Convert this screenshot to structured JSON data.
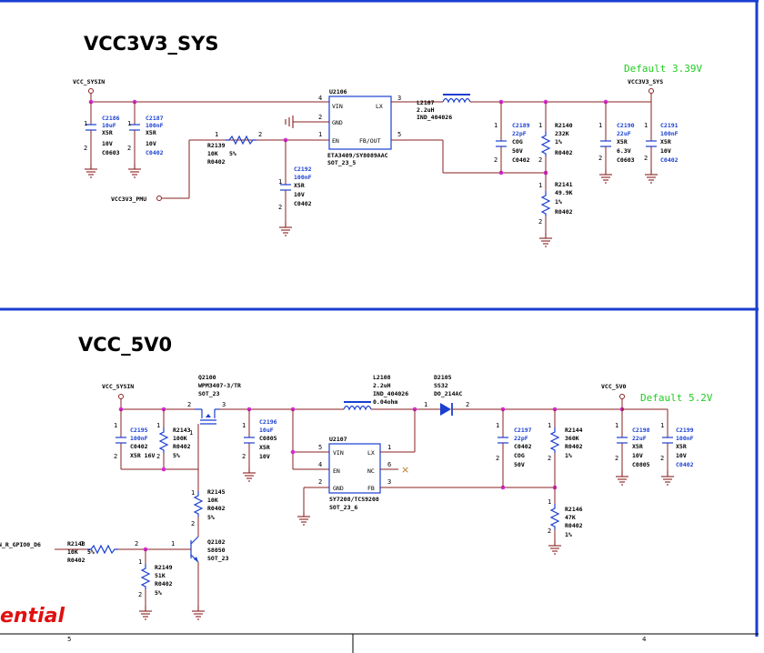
{
  "sections": [
    {
      "title": "VCC3V3_SYS",
      "default_note": "Default 3.39V"
    },
    {
      "title": "VCC_5V0",
      "default_note": "Default 5.2V"
    }
  ],
  "nets": {
    "vcc_sysin_top": "VCC_SYSIN",
    "vcc3v3_sys": "VCC3V3_SYS",
    "vcc3v3_pmu": "VCC3V3_PMU",
    "vcc_sysin_bot": "VCC_SYSIN",
    "vcc_5v0": "VCC_5V0",
    "gpio": "N_R_GPIO0_D6"
  },
  "top": {
    "u2106": {
      "ref": "U2106",
      "part": "ETA3409/SY8089AAC",
      "pkg": "SOT_23_5",
      "pins": {
        "vin": "VIN",
        "gnd": "GND",
        "en": "EN",
        "lx": "LX",
        "fb": "FB/OUT"
      },
      "pin_nums": {
        "vin": "4",
        "gnd": "2",
        "en": "1",
        "lx": "3",
        "fb": "5"
      }
    },
    "l2107": {
      "ref": "L2107",
      "value": "2.2uH",
      "pkg": "IND_404026"
    },
    "r2139": {
      "ref": "R2139",
      "value": "10K",
      "tol": "5%",
      "pkg": "R0402",
      "p1": "1",
      "p2": "2"
    },
    "r2140": {
      "ref": "R2140",
      "value": "232K",
      "tol": "1%",
      "pkg": "R0402"
    },
    "r2141": {
      "ref": "R2141",
      "value": "49.9K",
      "tol": "1%",
      "pkg": "R0402"
    },
    "c2186": {
      "ref": "C2186",
      "l1": "10uF",
      "l2": "X5R",
      "l3": "10V",
      "l4": "C0603"
    },
    "c2187": {
      "ref": "C2187",
      "l1": "100nF",
      "l2": "X5R",
      "l3": "10V",
      "l4": "C0402"
    },
    "c2192": {
      "ref": "C2192",
      "l1": "100nF",
      "l2": "X5R",
      "l3": "10V",
      "l4": "C0402"
    },
    "c2189": {
      "ref": "C2189",
      "l1": "22pF",
      "l2": "COG",
      "l3": "50V",
      "l4": "C0402"
    },
    "c2190": {
      "ref": "C2190",
      "l1": "22uF",
      "l2": "X5R",
      "l3": "6.3V",
      "l4": "C0603"
    },
    "c2191": {
      "ref": "C2191",
      "l1": "100nF",
      "l2": "X5R",
      "l3": "10V",
      "l4": "C0402"
    }
  },
  "bottom": {
    "q2100": {
      "ref": "Q2100",
      "part": "WPM3407-3/TR",
      "pkg": "SOT_23",
      "p2": "2",
      "p3": "3",
      "p1": "1"
    },
    "l2108": {
      "ref": "L2108",
      "value": "2.2uH",
      "pkg": "IND_404026",
      "dcr": "0.04ohm"
    },
    "d2105": {
      "ref": "D2105",
      "part": "SS32",
      "pkg": "DO_214AC",
      "p1": "1",
      "p2": "2"
    },
    "u2107": {
      "ref": "U2107",
      "part": "SY7208/TCS9208",
      "pkg": "SOT_23_6",
      "pins": {
        "vin": "VIN",
        "en": "EN",
        "gnd": "GND",
        "lx": "LX",
        "nc": "NC",
        "fb": "FB"
      },
      "pin_nums": {
        "vin": "5",
        "en": "4",
        "gnd": "2",
        "lx": "1",
        "nc": "6",
        "fb": "3"
      }
    },
    "r2143": {
      "ref": "R2143",
      "value": "100K",
      "pkg": "R0402",
      "tol": "5%"
    },
    "r2145": {
      "ref": "R2145",
      "value": "10K",
      "pkg": "R0402",
      "tol": "5%"
    },
    "r2144": {
      "ref": "R2144",
      "value": "360K",
      "pkg": "R0402",
      "tol": "1%"
    },
    "r2146": {
      "ref": "R2146",
      "value": "47K",
      "pkg": "R0402",
      "tol": "1%"
    },
    "r2148": {
      "ref": "R2148",
      "value": "10K",
      "tol": "5%",
      "pkg": "R0402",
      "p1": "1",
      "p2": "2"
    },
    "r2149": {
      "ref": "R2149",
      "value": "51K",
      "pkg": "R0402",
      "tol": "5%"
    },
    "q2102": {
      "ref": "Q2102",
      "part": "S8050",
      "pkg": "SOT_23",
      "p1": "1"
    },
    "c2195": {
      "ref": "C2195",
      "l1": "100nF",
      "l2": "C0402",
      "l3": "X5R 16V"
    },
    "c2196": {
      "ref": "C2196",
      "l1": "10uF",
      "l2": "C0805",
      "l3": "X5R",
      "l4": "10V"
    },
    "c2197": {
      "ref": "C2197",
      "l1": "22pF",
      "l2": "C0402",
      "l3": "COG",
      "l4": "50V"
    },
    "c2198": {
      "ref": "C2198",
      "l1": "22uF",
      "l2": "X5R",
      "l3": "10V",
      "l4": "C0805"
    },
    "c2199": {
      "ref": "C2199",
      "l1": "100nF",
      "l2": "X5R",
      "l3": "10V",
      "l4": "C0402"
    }
  },
  "confidential_fragment": "ential",
  "frame": {
    "col_left": "5",
    "col_right": "4"
  },
  "colors": {
    "wire": "#8a2020",
    "component": "#1a3fd1",
    "junction": "#d62ad6",
    "default_note": "#22cc22",
    "border": "#1a3fd1",
    "confidential": "#e01010"
  }
}
